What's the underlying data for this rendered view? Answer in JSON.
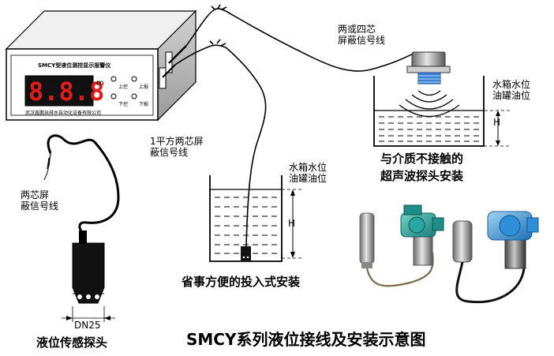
{
  "title": "SMCY系列液位接线及安装示意图",
  "controller": {
    "panel_title": "SMCY型液位测控显示报警仪",
    "display_value": "8.8.8",
    "unit": "m",
    "buttons": [
      "上控",
      "上报",
      "下控",
      "下报"
    ],
    "company": "武汉鑫鹏珐排水自动化设备有限公司"
  },
  "labels": {
    "cable_top": "两或四芯\n屏蔽信号线",
    "cable_mid": "1平方两芯屏\n蔽信号线",
    "cable_left": "两芯屏\n蔽信号线",
    "tank_right_level": "水箱水位\n油罐油位",
    "tank_mid_level": "水箱水位\n油罐油位",
    "h_right": "H",
    "h_mid": "H",
    "dn": "DN25"
  },
  "captions": {
    "ultrasonic": "与介质不接触的\n超声波探头安装",
    "submersible": "省事方便的投入式安装",
    "probe": "液位传感探头"
  },
  "colors": {
    "device_teal": "#2aa6a0",
    "display_red": "#e21b1b",
    "photo_blue": "#2f8fd8"
  }
}
